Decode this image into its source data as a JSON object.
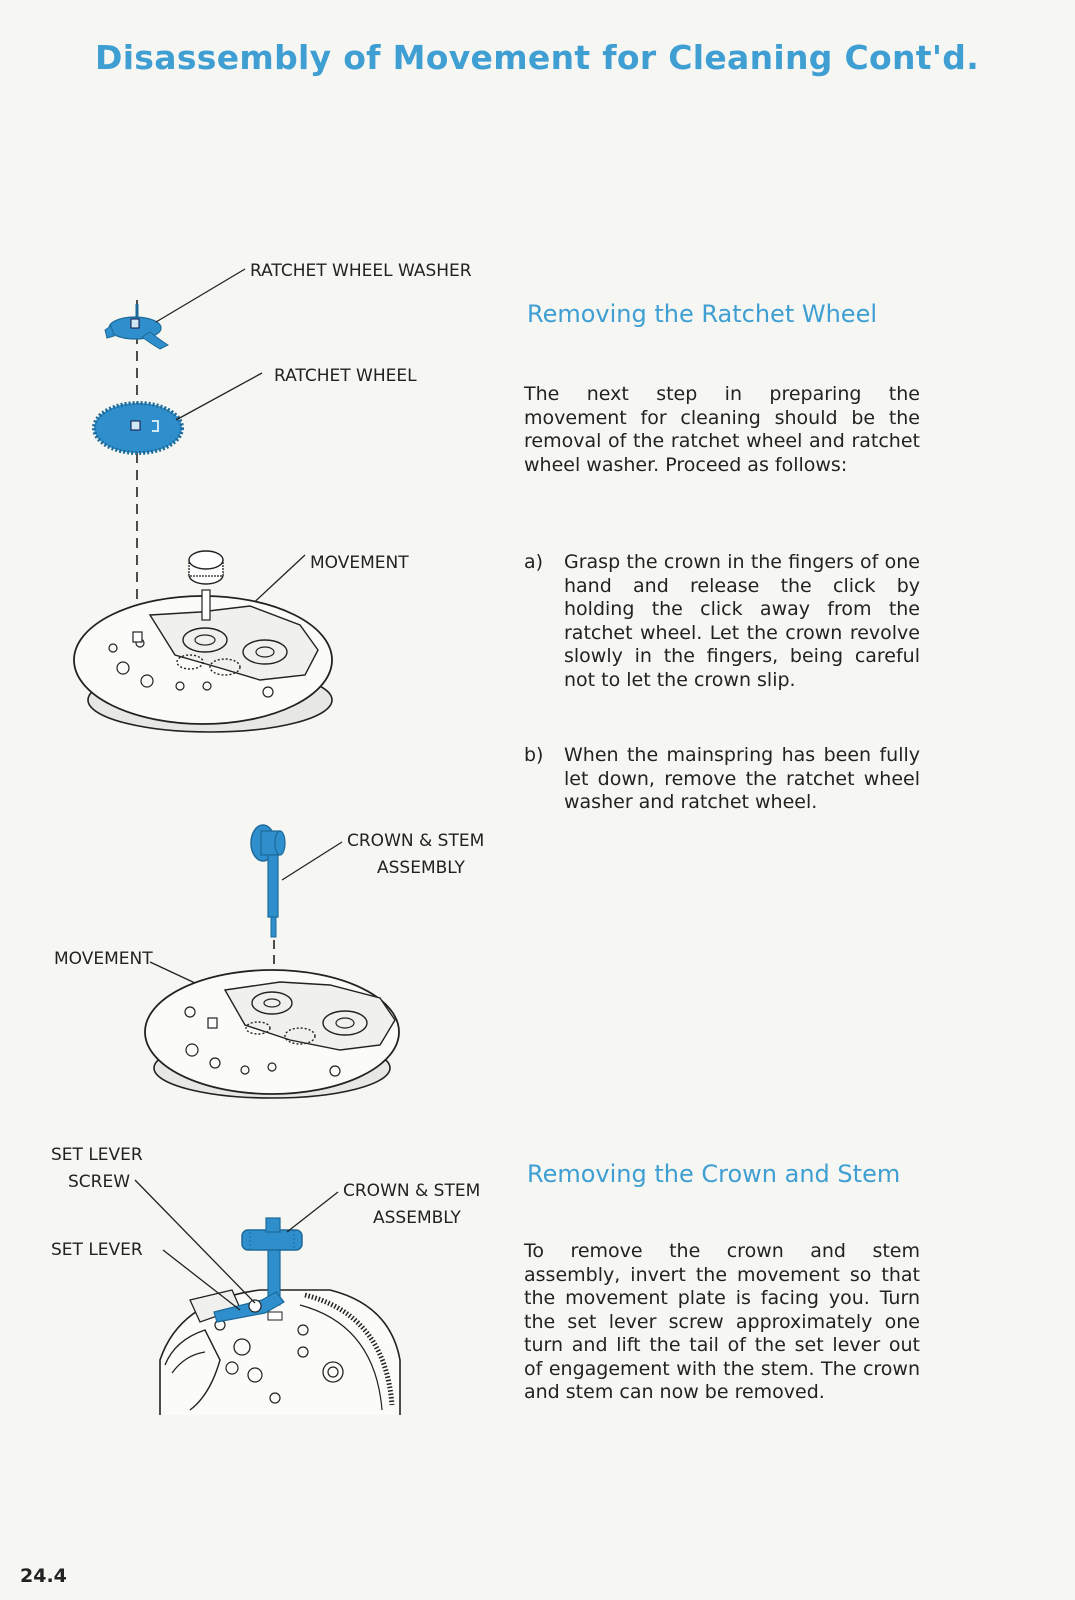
{
  "page": {
    "title": "Disassembly of Movement for Cleaning Cont'd.",
    "page_number": "24.4"
  },
  "section1": {
    "heading": "Removing the Ratchet Wheel",
    "intro": "The next step in preparing the movement for cleaning should be the removal of the ratchet wheel and ratchet wheel washer. Proceed as follows:",
    "steps": [
      {
        "marker": "a)",
        "text": "Grasp the crown in the fingers of one hand and release the click by holding the click away from the ratchet wheel. Let the crown revolve slowly in the fingers, being careful not to let the crown slip."
      },
      {
        "marker": "b)",
        "text": "When the mainspring has been fully let down, remove the ratchet wheel washer and ratchet wheel."
      }
    ]
  },
  "section2": {
    "heading": "Removing the Crown and Stem",
    "body": "To remove the crown and stem assembly, invert the movement so that the movement plate is facing you. Turn the set lever screw approximately one turn and lift the tail of the set lever out of engagement with the stem. The crown and stem can now be removed."
  },
  "figure1": {
    "labels": {
      "washer": "RATCHET WHEEL WASHER",
      "wheel": "RATCHET WHEEL",
      "movement": "MOVEMENT"
    }
  },
  "figure2": {
    "labels": {
      "crown_stem_line1": "CROWN & STEM",
      "crown_stem_line2": "ASSEMBLY",
      "movement": "MOVEMENT"
    }
  },
  "figure3": {
    "labels": {
      "set_lever_screw_line1": "SET LEVER",
      "set_lever_screw_line2": "SCREW",
      "set_lever": "SET LEVER",
      "crown_stem_line1": "CROWN & STEM",
      "crown_stem_line2": "ASSEMBLY"
    }
  },
  "colors": {
    "accent_blue": "#3f9fd3",
    "part_blue": "#2e8fcc",
    "text": "#222222",
    "paper": "#f6f6f3"
  }
}
